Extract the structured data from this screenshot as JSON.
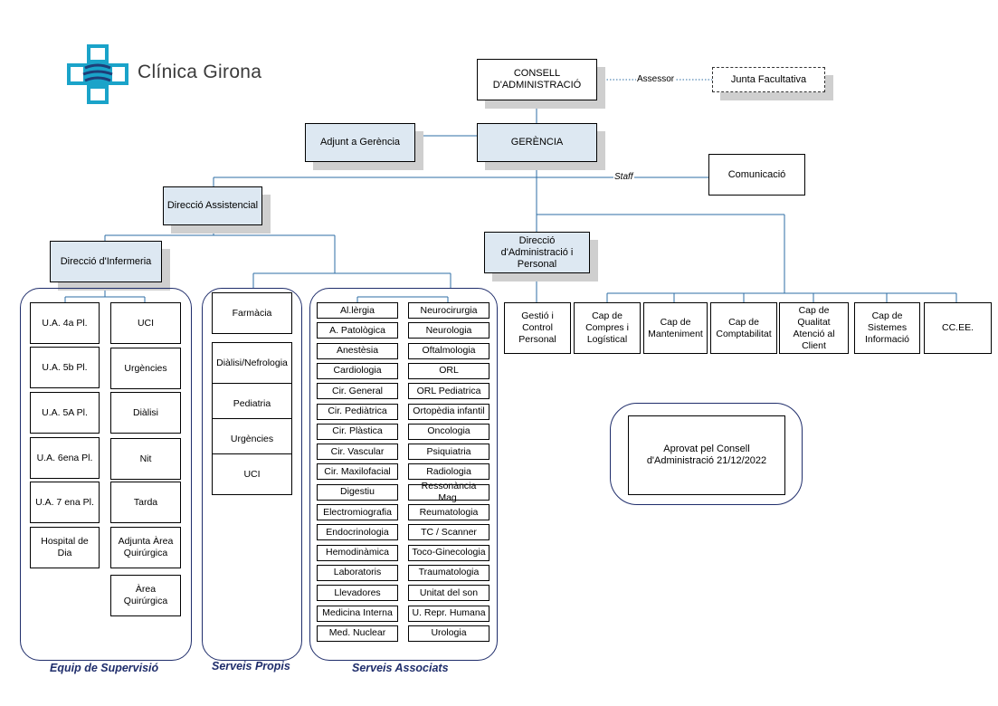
{
  "logo": {
    "name": "Clínica Girona",
    "icon": "cross-icon",
    "color": "#1aa3c9"
  },
  "top": {
    "consell": "CONSELL D'ADMINISTRACIÓ",
    "assessor": "Assessor",
    "junta": "Junta Facultativa",
    "adjunt": "Adjunt a Gerència",
    "gerencia": "GERÈNCIA",
    "staff": "Staff",
    "comunicacio": "Comunicació"
  },
  "assistencial": {
    "direccio": "Direcció Assistencial",
    "infermeria": "Direcció d'Infermeria"
  },
  "administracio": {
    "direccio": "Direcció d'Administració i Personal",
    "units": [
      "Gestió i Control Personal",
      "Cap de Compres i Logístical",
      "Cap de Manteniment",
      "Cap de Comptabilitat",
      "Cap de Qualitat Atenció al Client",
      "Cap de Sistemes Informació",
      "CC.EE."
    ]
  },
  "supervisio": {
    "label": "Equip de Supervisió",
    "left": [
      "U.A. 4a Pl.",
      "U.A. 5b Pl.",
      "U.A. 5A Pl.",
      "U.A. 6ena Pl.",
      "U.A. 7 ena Pl.",
      "Hospital de Dia"
    ],
    "right": [
      "UCI",
      "Urgències",
      "Diàlisi",
      "Nit",
      "Tarda",
      "Adjunta Àrea Quirúrgica",
      "Àrea Quirúrgica"
    ]
  },
  "propis": {
    "label": "Serveis Propis",
    "items": [
      "Farmàcia",
      "Diàlisi/Nefrologia",
      "Pediatria",
      "Urgències",
      "UCI"
    ]
  },
  "associats": {
    "label": "Serveis Associats",
    "left": [
      "Al.lèrgia",
      "A. Patològica",
      "Anestèsia",
      "Cardiologia",
      "Cir. General",
      "Cir. Pediàtrica",
      "Cir. Plàstica",
      "Cir. Vascular",
      "Cir. Maxilofacial",
      "Digestiu",
      "Electromiografia",
      "Endocrinologia",
      "Hemodinàmica",
      "Laboratoris",
      "Llevadores",
      "Medicina Interna",
      "Med. Nuclear"
    ],
    "right": [
      "Neurocirurgia",
      "Neurologia",
      "Oftalmologia",
      "ORL",
      "ORL Pediatrica",
      "Ortopèdia infantil",
      "Oncologia",
      "Psiquiatria",
      "Radiologia",
      "Ressonància Mag.",
      "Reumatologia",
      "TC / Scanner",
      "Toco-Ginecologia",
      "Traumatologia",
      "Unitat del son",
      "U. Repr. Humana",
      "Urologia"
    ]
  },
  "approval": {
    "text": "Aprovat pel Consell d'Administració 21/12/2022"
  }
}
